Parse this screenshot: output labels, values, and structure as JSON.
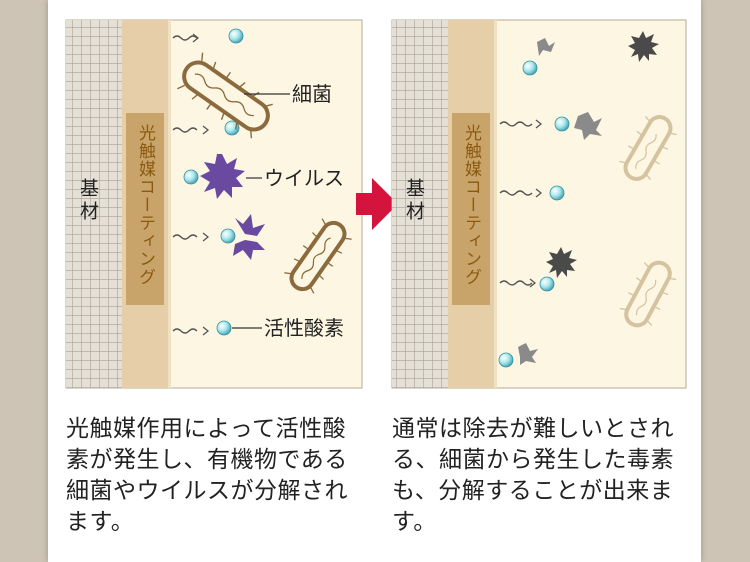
{
  "left_panel": {
    "substrate_label": "基材",
    "coating_label": "光触媒コーティング",
    "bacteria_label": "細菌",
    "virus_label": "ウイルス",
    "active_oxygen_label": "活性酸素"
  },
  "right_panel": {
    "substrate_label": "基材",
    "coating_label": "光触媒コーティング"
  },
  "captions": {
    "left": "光触媒作用によって活性酸素が発生し、有機物である細菌やウイルスが分解されます。",
    "right": "通常は除去が難しいとされる、細菌から発生した毒素も、分解することが出来ます。"
  },
  "colors": {
    "panel_bg": "#fdf6e3",
    "substrate": "#d9d4c8",
    "coating": "#e6cfa8",
    "coating_label_box": "#c9a46a",
    "virus": "#6a4aa0",
    "toxin": "#555555",
    "oxygen": "#9fe0e8",
    "arrow": "#d4143c"
  }
}
